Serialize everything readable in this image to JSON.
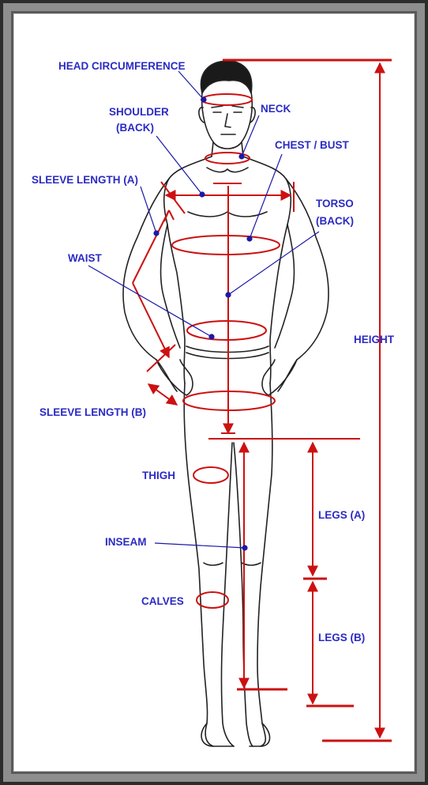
{
  "labels": {
    "head_circumference": "HEAD CIRCUMFERENCE",
    "shoulder_line1": "SHOULDER",
    "shoulder_line2": "(BACK)",
    "neck": "NECK",
    "chest_bust": "CHEST / BUST",
    "sleeve_length_a": "SLEEVE LENGTH (A)",
    "torso_line1": "TORSO",
    "torso_line2": "(BACK)",
    "waist": "WAIST",
    "height": "HEIGHT",
    "sleeve_length_b": "SLEEVE LENGTH (B)",
    "thigh": "THIGH",
    "legs_a": "LEGS (A)",
    "inseam": "INSEAM",
    "calves": "CALVES",
    "legs_b": "LEGS (B)"
  },
  "colors": {
    "measure_line": "#cc1111",
    "label_text": "#2b2bc4",
    "leader_line": "#1a1aa8",
    "figure_outline": "#222222",
    "hair": "#1a1a1a"
  }
}
